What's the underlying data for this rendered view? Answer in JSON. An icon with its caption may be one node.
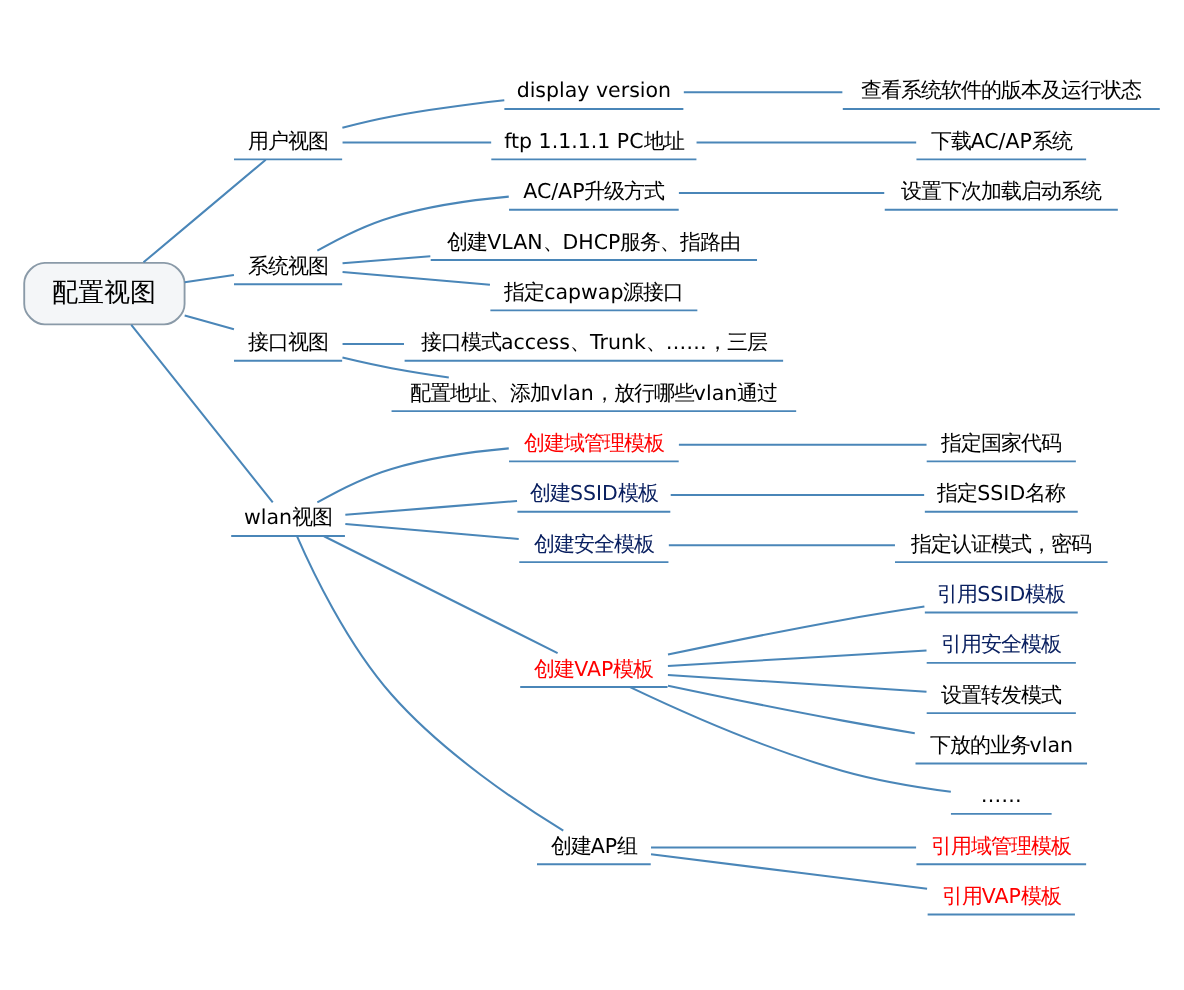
{
  "diagram": {
    "nodes": [
      {
        "text": [
          "配置视图"
        ]
      },
      {
        "text": [
          "用户视图"
        ]
      },
      {
        "text": [
          "display version"
        ]
      },
      {
        "text": [
          "查看系统软件的版本及运行状态"
        ]
      },
      {
        "text": [
          "ftp 1.1.1.1 PC地址"
        ]
      },
      {
        "text": [
          "下载AC/AP系统"
        ]
      },
      {
        "text": [
          "系统视图"
        ]
      },
      {
        "text": [
          "AC/AP升级方式"
        ]
      },
      {
        "text": [
          "设置下次加载启动系统"
        ]
      },
      {
        "text": [
          "创建VLAN、DHCP服务、指路由"
        ]
      },
      {
        "text": [
          "指定capwap源接口"
        ]
      },
      {
        "text": [
          "接口视图"
        ]
      },
      {
        "text": [
          "接口模式access、Trunk、……，三层"
        ]
      },
      {
        "text": [
          "配置地址、添加vlan，放行哪些vlan通过"
        ]
      },
      {
        "text": [
          "wlan视图"
        ]
      },
      {
        "text": [
          "创建域管理模板"
        ]
      },
      {
        "text": [
          "指定国家代码"
        ]
      },
      {
        "text": [
          "创建SSID模板"
        ]
      },
      {
        "text": [
          "指定SSID名称"
        ]
      },
      {
        "text": [
          "创建安全模板"
        ]
      },
      {
        "text": [
          "指定认证模式，密码"
        ]
      },
      {
        "text": [
          "创建VAP模板"
        ]
      },
      {
        "text": [
          "引用SSID模板"
        ]
      },
      {
        "text": [
          "引用安全模板"
        ]
      },
      {
        "text": [
          "设置转发模式"
        ]
      },
      {
        "text": [
          "下放的业务vlan"
        ]
      },
      {
        "text": [
          "……"
        ]
      },
      {
        "text": [
          "创建AP组"
        ]
      },
      {
        "text": [
          "引用域管理模板"
        ]
      },
      {
        "text": [
          "引用VAP模板"
        ]
      }
    ],
    "edges": [
      {
        "from": 0,
        "to": 1,
        "arrow": "none"
      },
      {
        "from": 1,
        "to": 2,
        "arrow": "none"
      },
      {
        "from": 2,
        "to": 3,
        "arrow": "none"
      },
      {
        "from": 1,
        "to": 4,
        "arrow": "none"
      },
      {
        "from": 4,
        "to": 5,
        "arrow": "none"
      },
      {
        "from": 0,
        "to": 6,
        "arrow": "none"
      },
      {
        "from": 6,
        "to": 7,
        "arrow": "none"
      },
      {
        "from": 7,
        "to": 8,
        "arrow": "none"
      },
      {
        "from": 6,
        "to": 9,
        "arrow": "none"
      },
      {
        "from": 6,
        "to": 10,
        "arrow": "none"
      },
      {
        "from": 0,
        "to": 11,
        "arrow": "none"
      },
      {
        "from": 11,
        "to": 12,
        "arrow": "none"
      },
      {
        "from": 11,
        "to": 13,
        "arrow": "none"
      },
      {
        "from": 0,
        "to": 14,
        "arrow": "none"
      },
      {
        "from": 14,
        "to": 15,
        "arrow": "none"
      },
      {
        "from": 15,
        "to": 16,
        "arrow": "none"
      },
      {
        "from": 14,
        "to": 17,
        "arrow": "none"
      },
      {
        "from": 17,
        "to": 18,
        "arrow": "none"
      },
      {
        "from": 14,
        "to": 19,
        "arrow": "none"
      },
      {
        "from": 19,
        "to": 20,
        "arrow": "none"
      },
      {
        "from": 14,
        "to": 21,
        "arrow": "none"
      },
      {
        "from": 21,
        "to": 22,
        "arrow": "none"
      },
      {
        "from": 21,
        "to": 23,
        "arrow": "none"
      },
      {
        "from": 21,
        "to": 24,
        "arrow": "none"
      },
      {
        "from": 21,
        "to": 25,
        "arrow": "none"
      },
      {
        "from": 21,
        "to": 26,
        "arrow": "none"
      },
      {
        "from": 14,
        "to": 27,
        "arrow": "none"
      },
      {
        "from": 27,
        "to": 28,
        "arrow": "none"
      },
      {
        "from": 27,
        "to": 29,
        "arrow": "none"
      }
    ]
  }
}
